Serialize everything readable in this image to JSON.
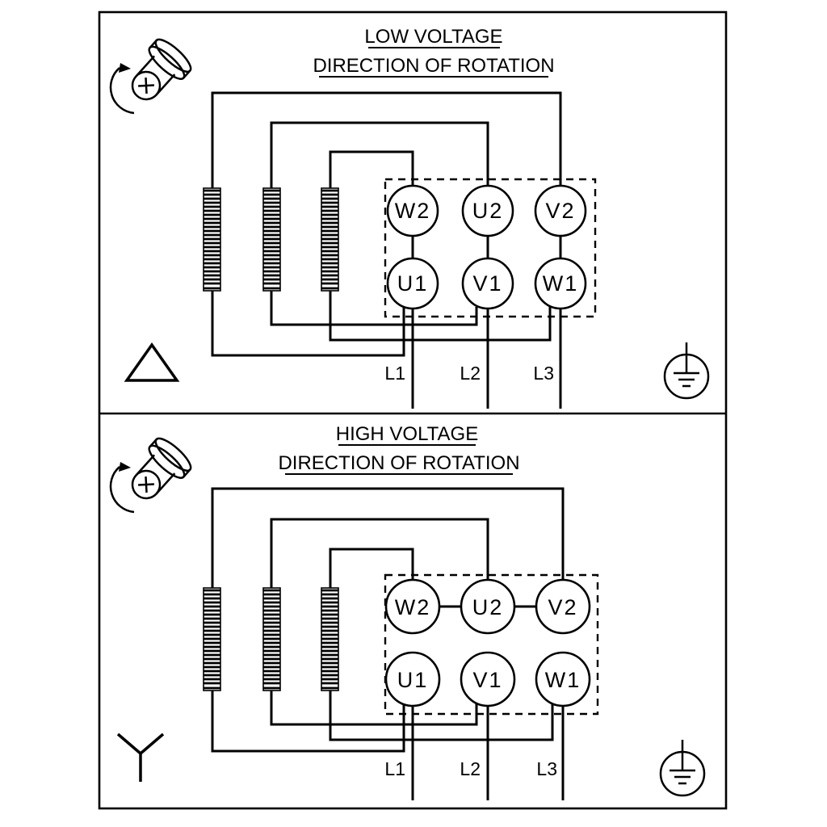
{
  "diagram": {
    "background": "#ffffff",
    "line_color": "#000000",
    "panels": [
      {
        "id": "low-voltage",
        "title": "LOW VOLTAGE",
        "subtitle": "DIRECTION OF ROTATION",
        "connection": "delta",
        "terminals_top": [
          "W2",
          "U2",
          "V2"
        ],
        "terminals_bottom": [
          "U1",
          "V1",
          "W1"
        ],
        "supply_lines": [
          "L1",
          "L2",
          "L3"
        ]
      },
      {
        "id": "high-voltage",
        "title": "HIGH VOLTAGE",
        "subtitle": "DIRECTION OF ROTATION",
        "connection": "star",
        "terminals_top": [
          "W2",
          "U2",
          "V2"
        ],
        "terminals_bottom": [
          "U1",
          "V1",
          "W1"
        ],
        "supply_lines": [
          "L1",
          "L2",
          "L3"
        ]
      }
    ]
  }
}
